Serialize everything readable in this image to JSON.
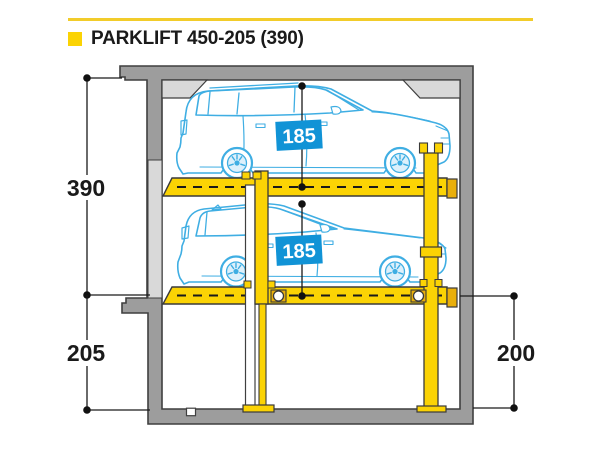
{
  "header": {
    "title": "PARKLIFT 450-205 (390)"
  },
  "dimensions": {
    "overall_height": "390",
    "pit_depth": "205",
    "right_clearance": "200",
    "upper_car_height": "185",
    "lower_car_height": "185"
  },
  "colors": {
    "accent_yellow": "#FBD304",
    "accent_yellow_dark": "#E9AF0B",
    "concrete_gray": "#9D9D9D",
    "concrete_light_gray": "#D9D9D9",
    "car_blue": "#3FAEE3",
    "label_blue": "#1193D6",
    "line_black": "#1A1A1A"
  }
}
